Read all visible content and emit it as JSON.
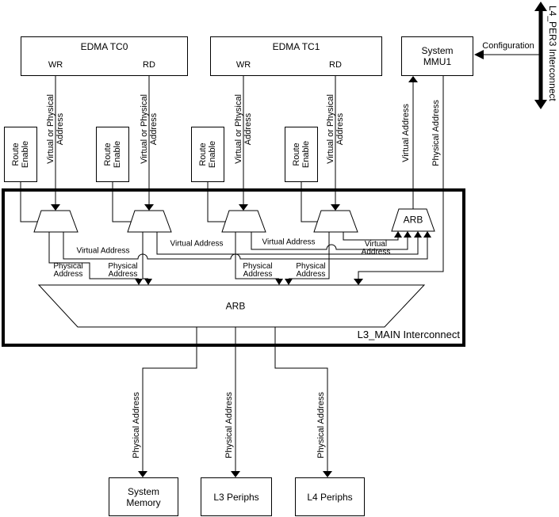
{
  "diagram": {
    "edma_tc0": {
      "title": "EDMA TC0",
      "wr": "WR",
      "rd": "RD"
    },
    "edma_tc1": {
      "title": "EDMA TC1",
      "wr": "WR",
      "rd": "RD"
    },
    "system_mmu1": {
      "line1": "System",
      "line2": "MMU1"
    },
    "configuration_label": "Configuration",
    "l4_per3_label": "L4_PER3 Interconnect",
    "route_enable": {
      "line1": "Route",
      "line2": "Enable"
    },
    "virt_or_phys": {
      "line1": "Virtual or Physical",
      "line2": "Address"
    },
    "virtual_address": "Virtual Address",
    "virtual_address_2line": {
      "line1": "Virtual",
      "line2": "Address"
    },
    "physical_address_2line": {
      "line1": "Physical",
      "line2": "Address"
    },
    "physical_address": "Physical Address",
    "mmu_virtual_label": "Virtual Address",
    "mmu_physical_label": "Physical Address",
    "arb": "ARB",
    "l3_main_label": "L3_MAIN Interconnect",
    "system_memory": {
      "line1": "System",
      "line2": "Memory"
    },
    "l3_periphs": "L3 Periphs",
    "l4_periphs": "L4 Periphs",
    "colors": {
      "line": "#000000",
      "background": "#ffffff"
    }
  }
}
